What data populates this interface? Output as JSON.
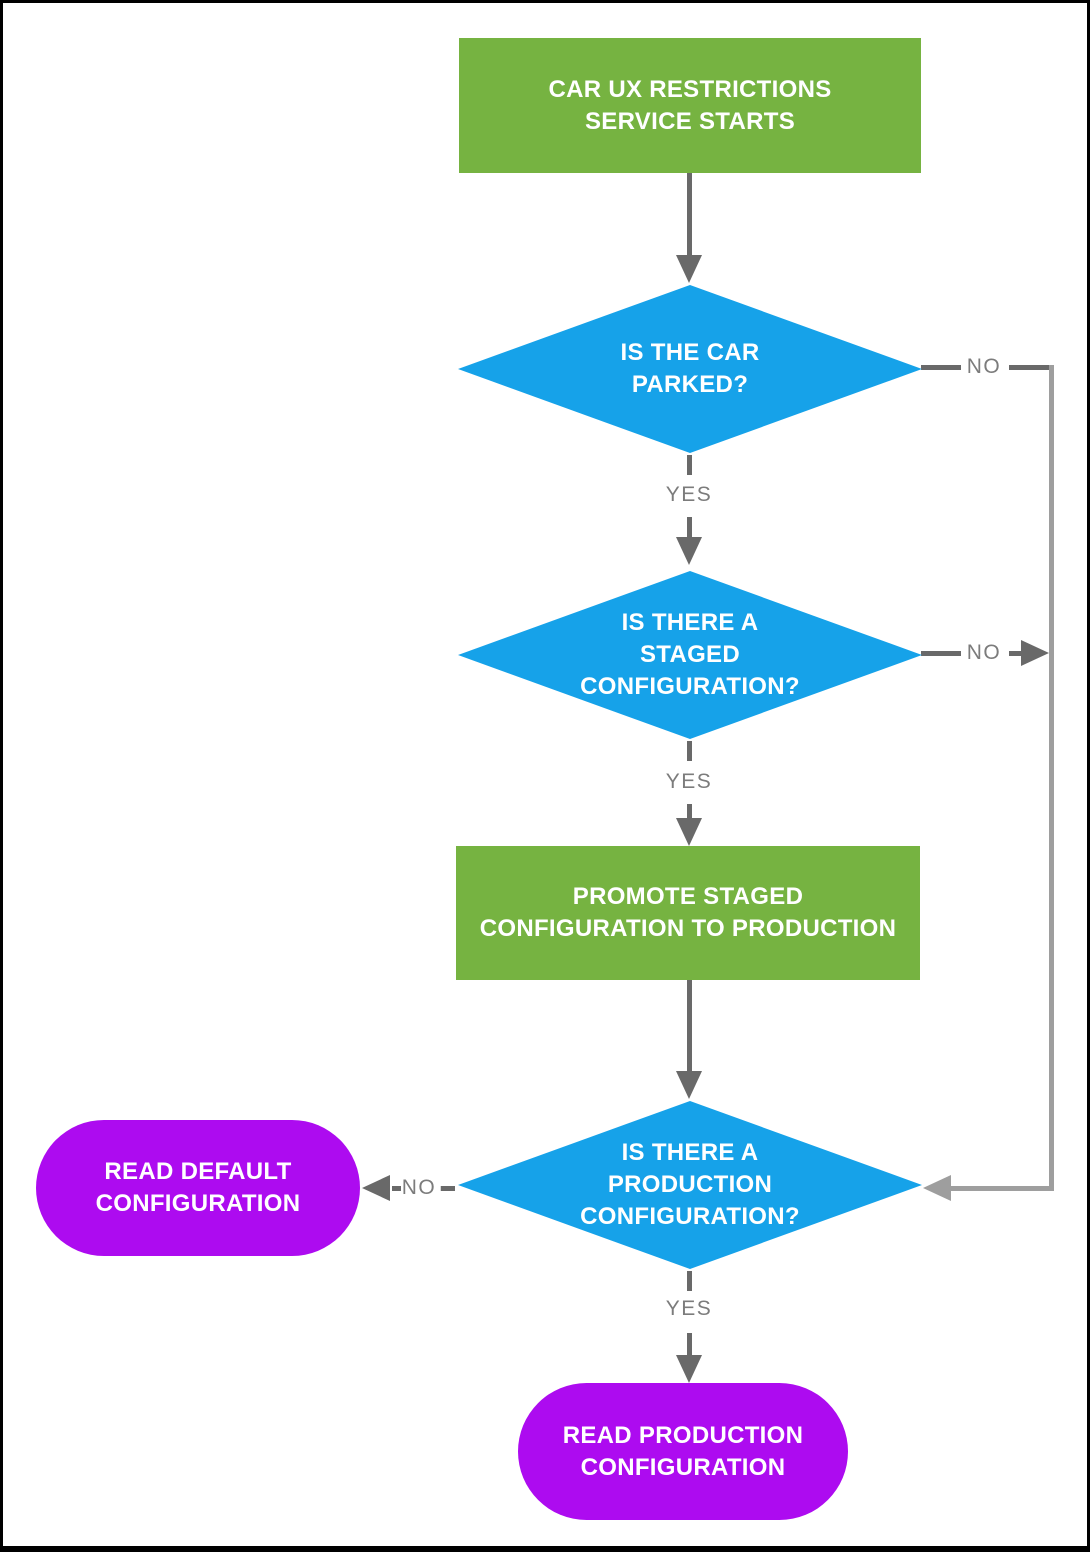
{
  "diagram": {
    "type": "flowchart",
    "nodes": {
      "start": {
        "type": "process",
        "label": "CAR UX RESTRICTIONS\nSERVICE STARTS",
        "fill": "#76B341"
      },
      "is_parked": {
        "type": "decision",
        "label": "IS THE CAR\nPARKED?",
        "fill": "#16A2E9"
      },
      "has_staged": {
        "type": "decision",
        "label": "IS THERE A\nSTAGED\nCONFIGURATION?",
        "fill": "#16A2E9"
      },
      "promote": {
        "type": "process",
        "label": "PROMOTE STAGED\nCONFIGURATION TO PRODUCTION",
        "fill": "#76B341"
      },
      "has_production": {
        "type": "decision",
        "label": "IS THERE A\nPRODUCTION\nCONFIGURATION?",
        "fill": "#16A2E9"
      },
      "read_default": {
        "type": "terminal",
        "label": "READ DEFAULT\nCONFIGURATION",
        "fill": "#AD0BF0"
      },
      "read_production": {
        "type": "terminal",
        "label": "READ PRODUCTION\nCONFIGURATION",
        "fill": "#AD0BF0"
      }
    },
    "labels": {
      "yes_parked": "YES",
      "no_parked": "NO",
      "yes_staged": "YES",
      "no_staged": "NO",
      "yes_production": "YES",
      "no_production": "NO"
    },
    "edges": [
      {
        "from": "start",
        "to": "is_parked",
        "label": ""
      },
      {
        "from": "is_parked",
        "to": "has_staged",
        "label": "YES"
      },
      {
        "from": "is_parked",
        "to": "has_production",
        "label": "NO"
      },
      {
        "from": "has_staged",
        "to": "promote",
        "label": "YES"
      },
      {
        "from": "has_staged",
        "to": "has_production",
        "label": "NO"
      },
      {
        "from": "promote",
        "to": "has_production",
        "label": ""
      },
      {
        "from": "has_production",
        "to": "read_default",
        "label": "NO"
      },
      {
        "from": "has_production",
        "to": "read_production",
        "label": "YES"
      }
    ],
    "colors": {
      "process_green": "#76B341",
      "decision_blue": "#16A2E9",
      "terminal_purple": "#AD0BF0",
      "connector_dark": "#696969",
      "connector_light": "#9E9E9E",
      "edge_label_gray": "#7C7C7C",
      "frame_black": "#000000",
      "background": "#FFFFFF"
    }
  }
}
